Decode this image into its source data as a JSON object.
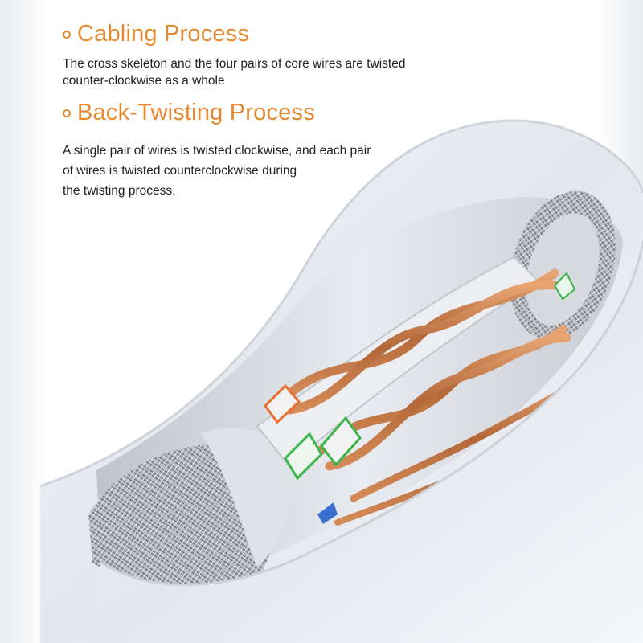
{
  "sections": [
    {
      "heading": "Cabling Process",
      "lines": [
        "The cross skeleton and the four pairs of core wires are twisted",
        "counter-clockwise as a whole"
      ]
    },
    {
      "heading": "Back-Twisting Process",
      "lines": [
        "A single pair of wires is twisted clockwise, and each pair",
        "of wires is twisted counterclockwise during",
        "the twisting process."
      ]
    }
  ],
  "colors": {
    "accent": "#e8882e",
    "body_text": "#222222",
    "cable_jacket": "#e6e9ef",
    "copper": "#c67a45",
    "braid": "#9a9da3",
    "pair_green": "#3bb54a",
    "pair_orange": "#e8702e",
    "pair_blue": "#3a6fd0"
  }
}
